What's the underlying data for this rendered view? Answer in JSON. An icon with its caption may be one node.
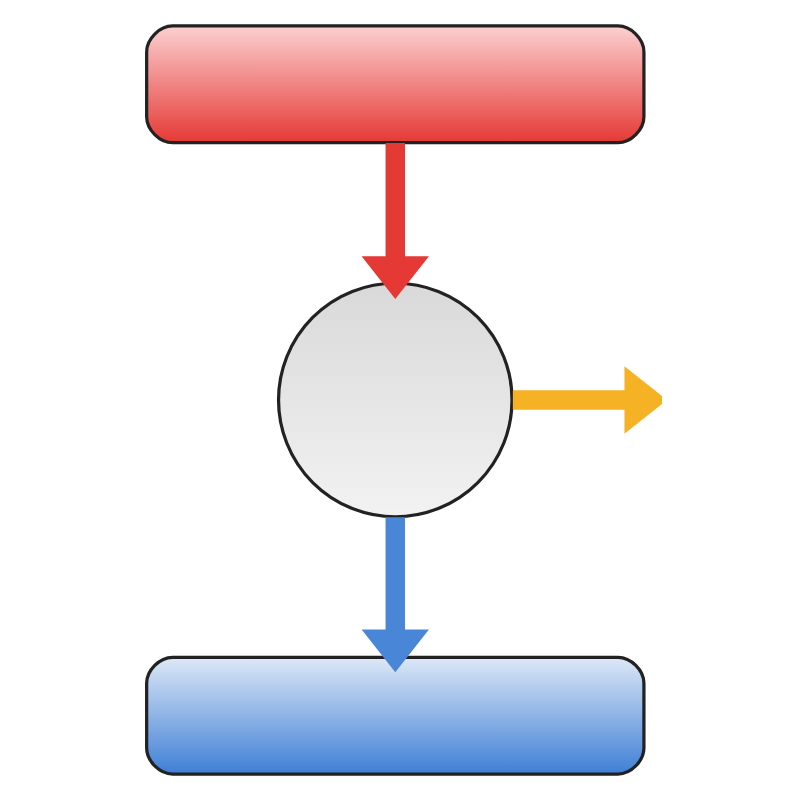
{
  "diagram": {
    "nodes": [
      {
        "text": [],
        "shape": "box"
      },
      {
        "text": [],
        "shape": "circle"
      },
      {
        "text": [],
        "shape": "box"
      }
    ],
    "edges": [
      {
        "from": 0,
        "to": 1,
        "arrow": "to",
        "color": "#e53935"
      },
      {
        "from": 1,
        "to": null,
        "arrow": "to",
        "color": "#f5b225"
      },
      {
        "from": 1,
        "to": 2,
        "arrow": "to",
        "color": "#4a86d8"
      }
    ]
  }
}
